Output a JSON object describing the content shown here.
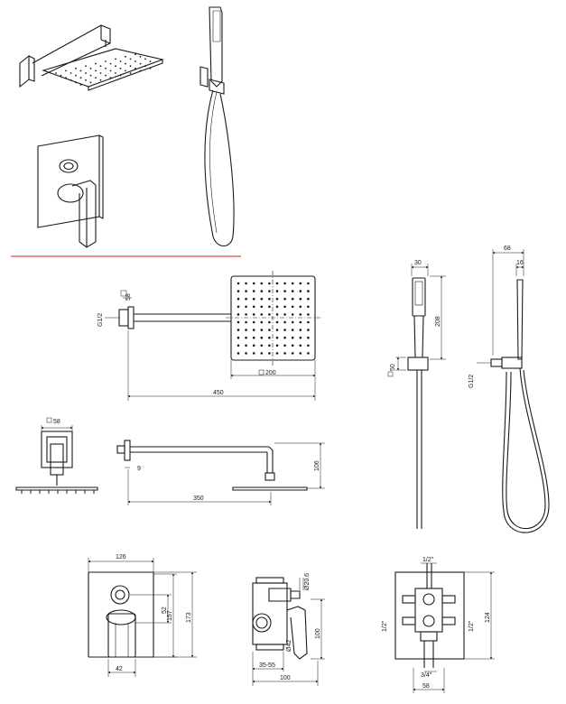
{
  "dimensions": {
    "arm_square": "58",
    "arm_thread": "G1/2",
    "head_square": "200",
    "arm_length_total": "450",
    "side_square": "58",
    "arm_offset": "9",
    "arm_projection": "350",
    "arm_drop": "106",
    "hand_width": "30",
    "hand_height": "208",
    "holder_square": "50",
    "hose_depth": "68",
    "hose_offset": "16",
    "hose_thread": "G1/2",
    "plate_width": "126",
    "plate_height": "173",
    "plate_spacing": "157",
    "handle_offset": "52",
    "handle_width": "42",
    "body_outlet": "Ø20.6",
    "body_dia": "Ø42",
    "body_depth_range": "35-55",
    "body_depth": "100",
    "body_height": "100",
    "top_connect": "1/2\"",
    "left_connect": "1/2\"",
    "right_connect": "1/2\"",
    "bottom_connect": "3/4\"",
    "rear_height": "124",
    "rear_width": "58"
  },
  "colors": {
    "line": "#1a1a1a",
    "separator": "#d32020"
  }
}
